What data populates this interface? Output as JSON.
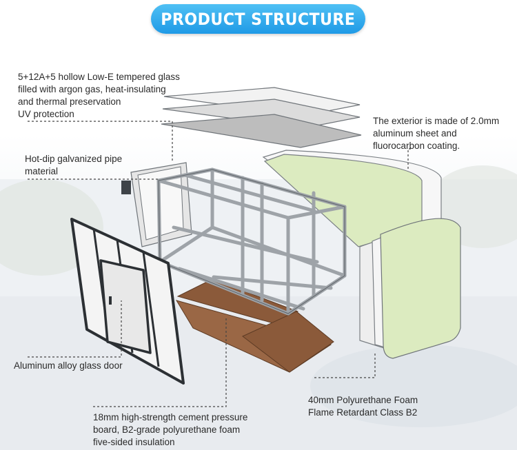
{
  "title": "PRODUCT STRUCTURE",
  "labels": {
    "glass": [
      "5+12A+5 hollow Low-E tempered glass",
      "filled with argon gas, heat-insulating",
      "and thermal preservation",
      "UV protection"
    ],
    "pipe": [
      "Hot-dip galvanized pipe",
      "material"
    ],
    "exterior": [
      "The exterior is made of 2.0mm",
      "aluminum sheet and",
      "fluorocarbon coating."
    ],
    "door": [
      "Aluminum alloy glass door"
    ],
    "board": [
      "18mm high-strength cement pressure",
      "board, B2-grade polyurethane foam",
      "five-sided insulation"
    ],
    "foam": [
      "40mm Polyurethane Foam",
      "Flame Retardant Class B2"
    ]
  },
  "colors": {
    "title_bg": "#2aa6ec",
    "panel_green": "#dcebc0",
    "floor_brown": "#8b5a3a",
    "frame_gray": "#9ea3a8"
  }
}
